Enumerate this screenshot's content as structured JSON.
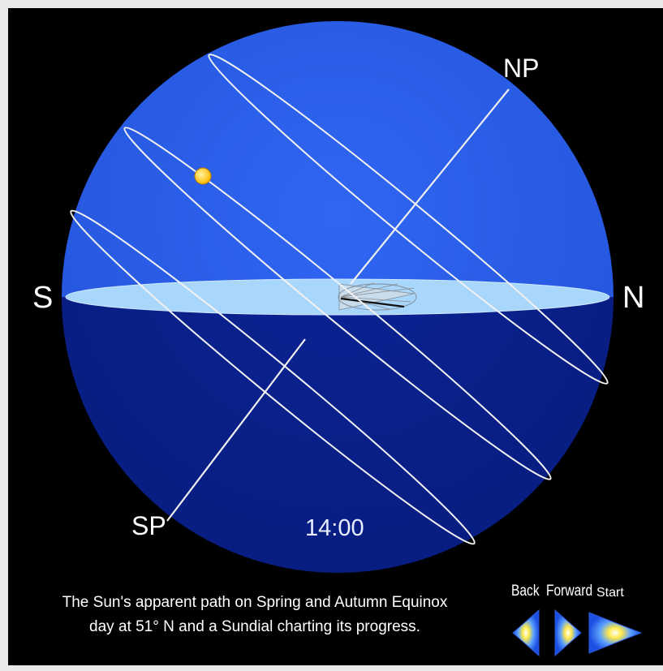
{
  "labels": {
    "south": "S",
    "north": "N",
    "north_pole": "NP",
    "south_pole": "SP"
  },
  "clock": "14:00",
  "caption": {
    "line1": "The Sun's apparent path on Spring and Autumn Equinox",
    "line2": "day at 51° N and a Sundial charting its progress."
  },
  "controls": {
    "back": "Back",
    "forward": "Forward",
    "start": "Start"
  },
  "colors": {
    "upper_sky": "#2a5ee8",
    "lower_sky": "#0a1f8a",
    "horizon_disc": "#a9d6fb",
    "path_lines": "#f2f2f2",
    "sun": "#ffc61a",
    "background": "#000000"
  },
  "icons": [
    "sun-icon",
    "back-arrow-icon",
    "forward-arrow-icon",
    "start-arrow-icon"
  ]
}
